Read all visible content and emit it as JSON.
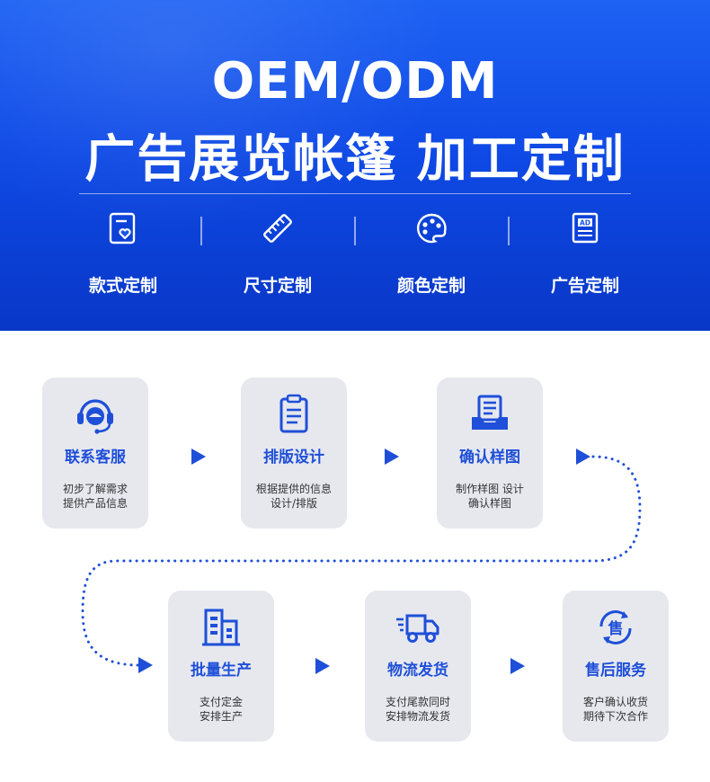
{
  "header": {
    "title_line1": "OEM/ODM",
    "title_line2": "广告展览帐篷 加工定制",
    "features": [
      {
        "label": "款式定制",
        "icon": "style-card-heart-icon"
      },
      {
        "label": "尺寸定制",
        "icon": "ruler-icon"
      },
      {
        "label": "颜色定制",
        "icon": "palette-icon"
      },
      {
        "label": "广告定制",
        "icon": "ad-document-icon"
      }
    ]
  },
  "process": {
    "steps": [
      {
        "title": "联系客服",
        "desc_line1": "初步了解需求",
        "desc_line2": "提供产品信息",
        "icon": "customer-service-headset-icon"
      },
      {
        "title": "排版设计",
        "desc_line1": "根据提供的信息",
        "desc_line2": "设计/排版",
        "icon": "clipboard-icon"
      },
      {
        "title": "确认样图",
        "desc_line1": "制作样图 设计",
        "desc_line2": "确认样图",
        "icon": "document-tray-icon"
      },
      {
        "title": "批量生产",
        "desc_line1": "支付定金",
        "desc_line2": "安排生产",
        "icon": "factory-building-icon"
      },
      {
        "title": "物流发货",
        "desc_line1": "支付尾款同时",
        "desc_line2": "安排物流发货",
        "icon": "delivery-truck-icon"
      },
      {
        "title": "售后服务",
        "desc_line1": "客户确认收货",
        "desc_line2": "期待下次合作",
        "icon": "after-sales-cycle-icon"
      }
    ]
  },
  "colors": {
    "banner_blue": "#1e62f3",
    "accent_blue": "#1f4fd8",
    "card_bg": "#e6e8ee"
  }
}
